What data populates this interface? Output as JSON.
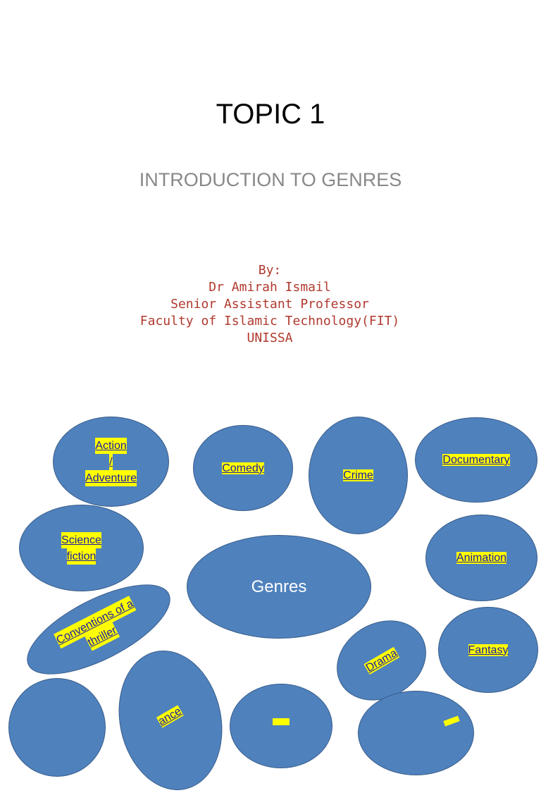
{
  "slide": {
    "title": "TOPIC 1",
    "subtitle": "INTRODUCTION TO GENRES",
    "author_lines": [
      "By:",
      "Dr Amirah Ismail",
      "Senior Assistant Professor",
      "Faculty of Islamic Technology(FIT)",
      "UNISSA"
    ]
  },
  "diagram": {
    "center": "Genres",
    "genres": {
      "action_line1": "Action",
      "action_line2": "/",
      "action_line3": "Adventure",
      "comedy": "Comedy",
      "crime": "Crime",
      "documentary": "Documentary",
      "scifi_line1": "Science",
      "scifi_line2": "fiction",
      "animation": "Animation",
      "thriller_line1": "Conventions of a",
      "thriller_line2": "thriller",
      "drama": "Drama",
      "fantasy": "Fantasy",
      "romance_partial": "ance"
    },
    "colors": {
      "bubble": "#4f81bd",
      "bubble_border": "#385d8a",
      "highlight": "#ffff00",
      "label_text": "#1a1aa6"
    }
  }
}
